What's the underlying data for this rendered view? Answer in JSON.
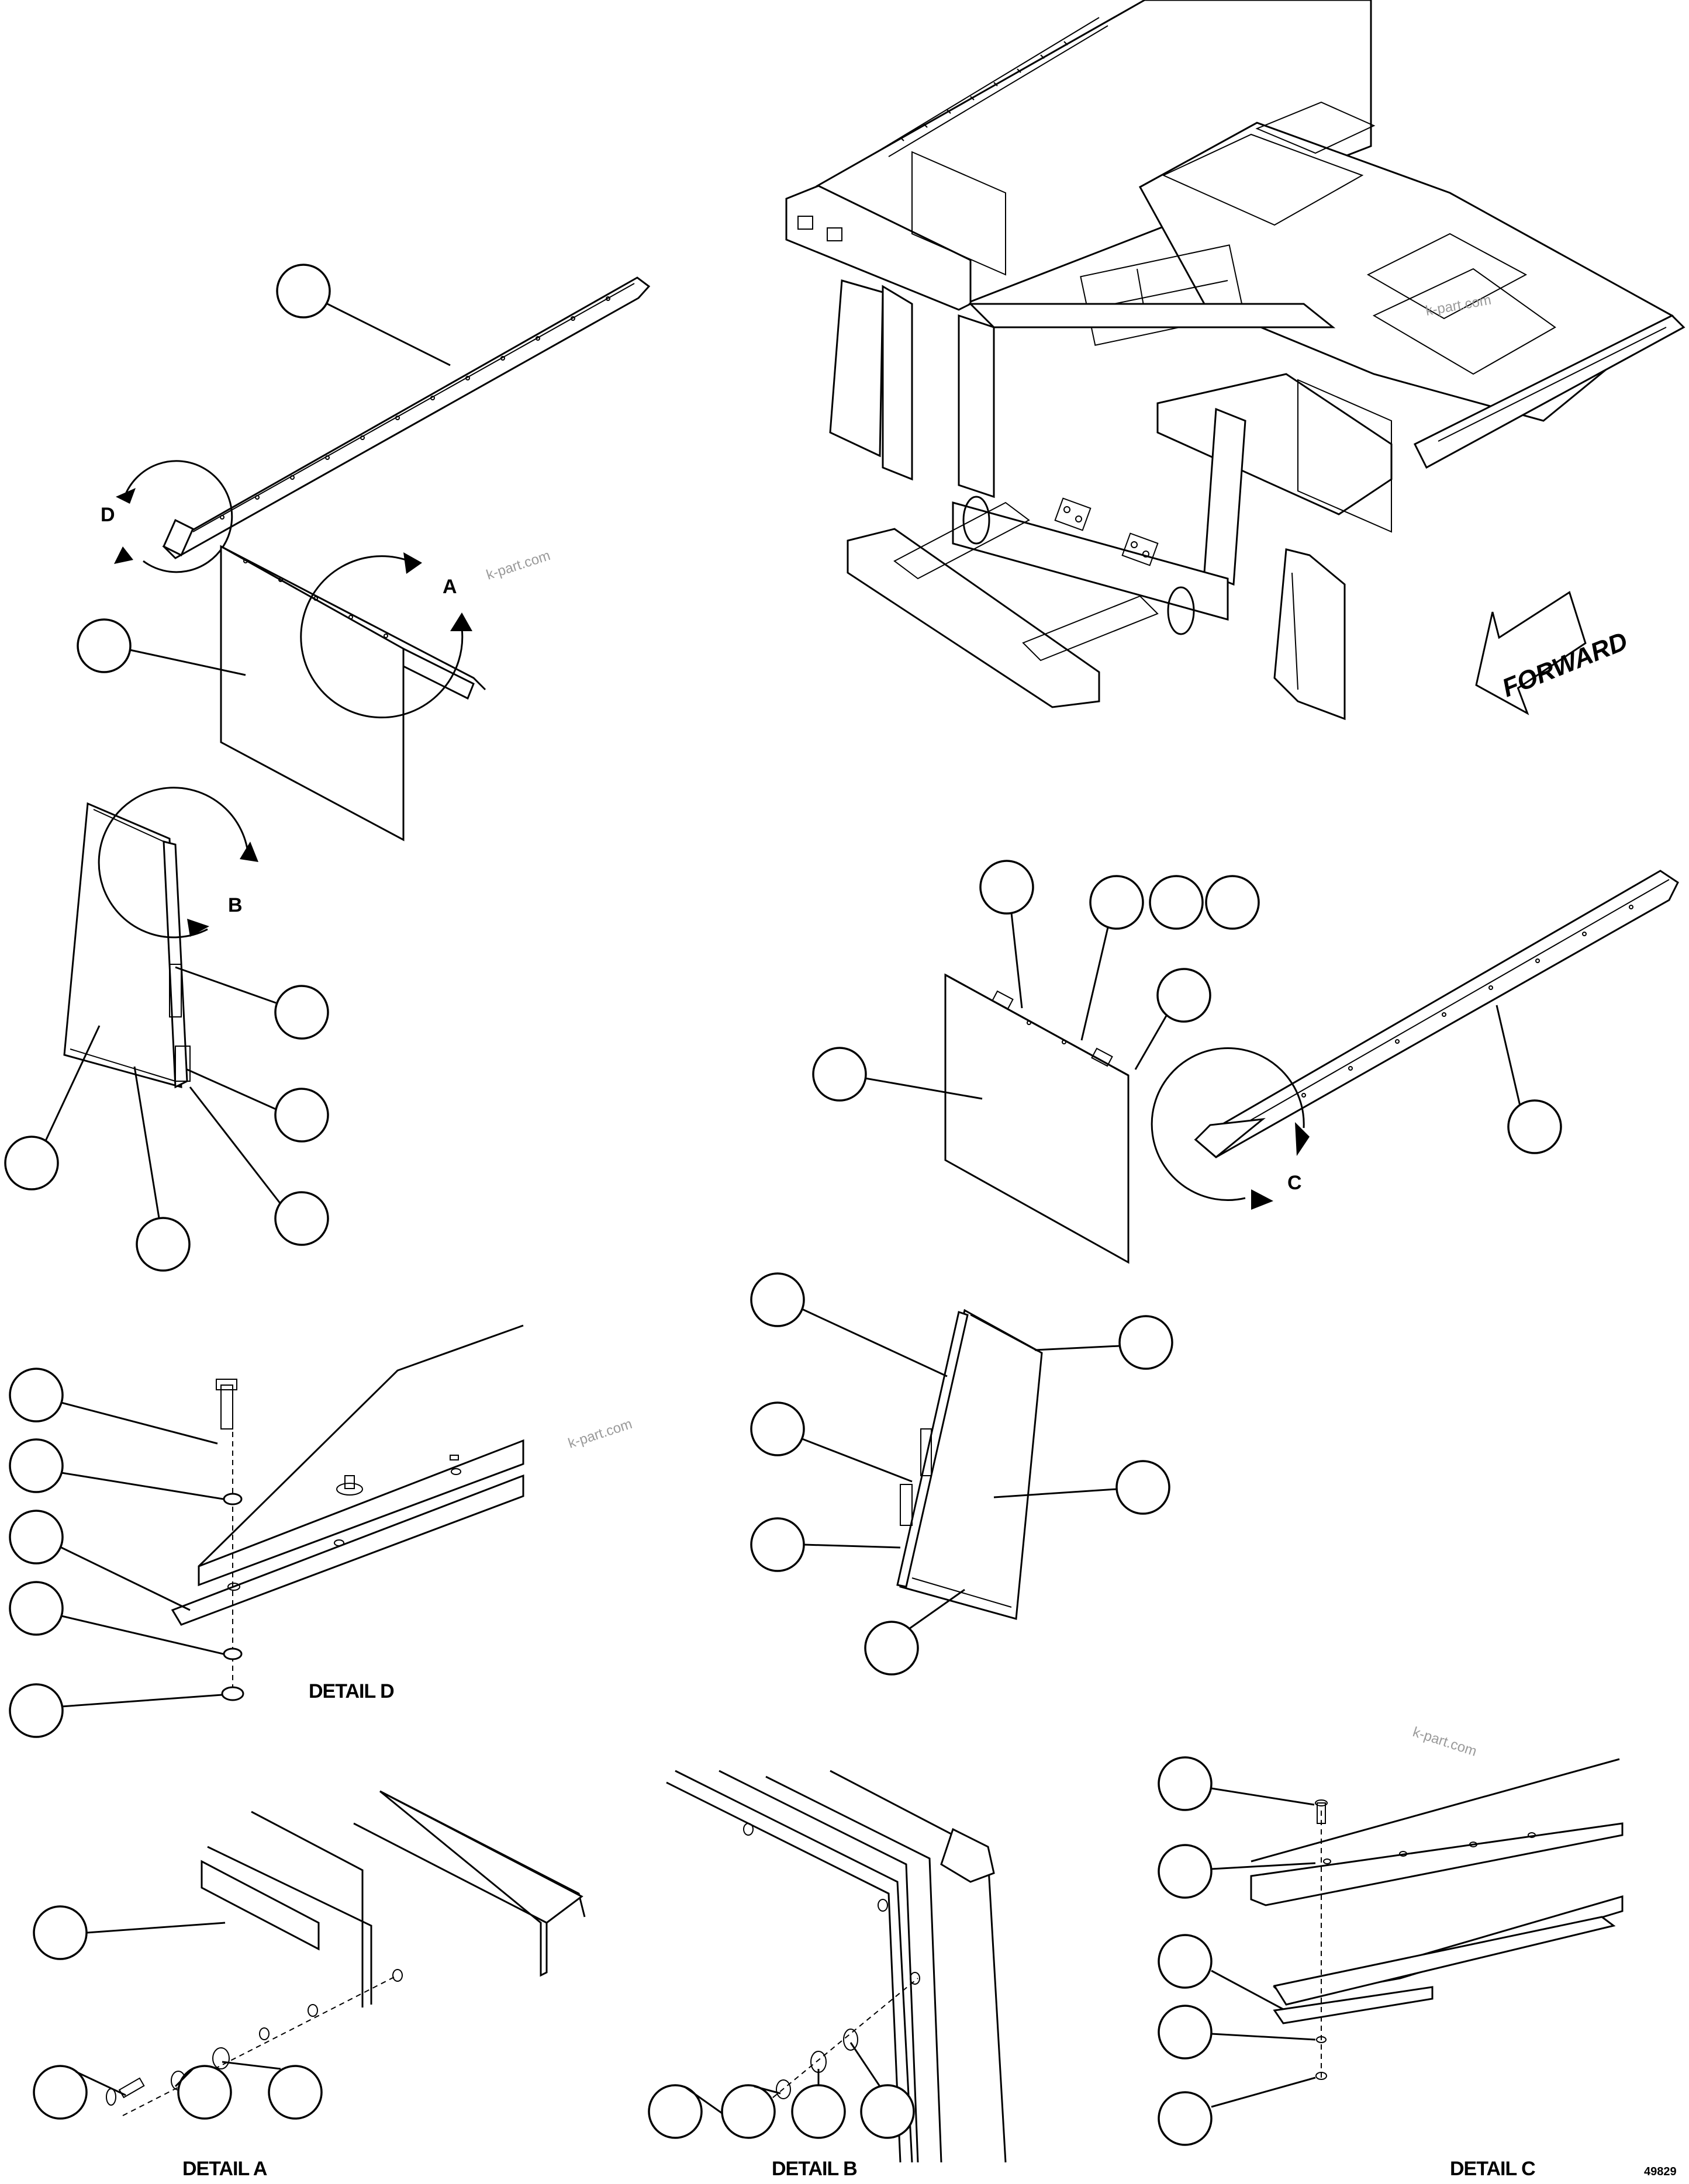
{
  "detail_labels": {
    "A": "A",
    "B": "B",
    "C": "C",
    "D": "D"
  },
  "detail_captions": {
    "detail_a": "DETAIL A",
    "detail_b": "DETAIL B",
    "detail_c": "DETAIL C",
    "detail_d": "DETAIL D"
  },
  "forward_arrow_label": "FORWARD",
  "watermark": "k-part.com",
  "drawing_number": "49829"
}
